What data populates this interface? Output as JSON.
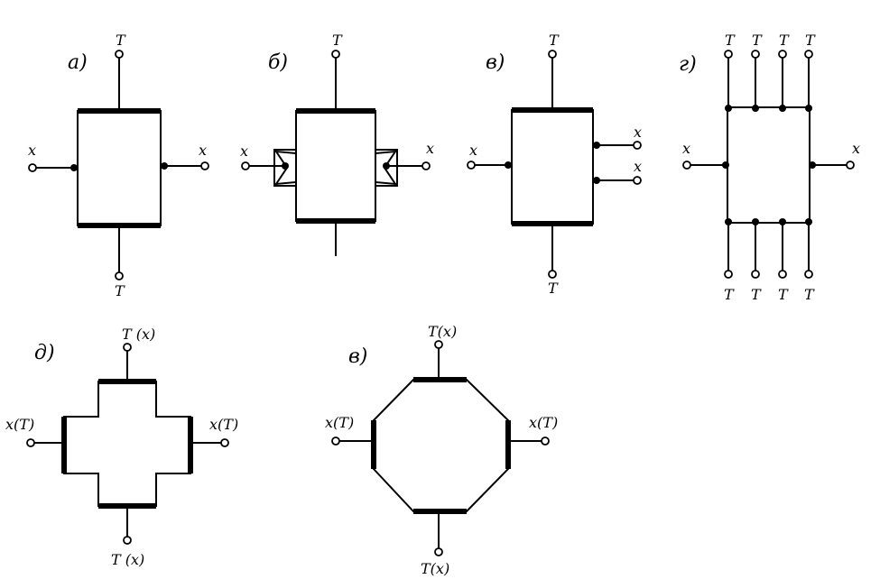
{
  "panels": {
    "a": {
      "caption": "а)",
      "t_top": "T",
      "t_bottom": "T",
      "x_left": "x",
      "x_right": "x"
    },
    "b": {
      "caption": "б)",
      "t_top": "T",
      "x_left": "x",
      "x_right": "x"
    },
    "v": {
      "caption": "в)",
      "t_top": "T",
      "t_bottom": "T",
      "x_left": "x",
      "x_right_1": "x",
      "x_right_2": "x"
    },
    "g": {
      "caption": "г)",
      "t_top": [
        "T",
        "T",
        "T",
        "T"
      ],
      "t_bottom": [
        "T",
        "T",
        "T",
        "T"
      ],
      "x_left": "x",
      "x_right": "x"
    },
    "d": {
      "caption": "д)",
      "t_top": "T (x)",
      "t_bottom": "T (x)",
      "x_left": "x(T)",
      "x_right": "x(T)"
    },
    "e": {
      "caption": "в)",
      "t_top": "T(x)",
      "t_bottom": "T(x)",
      "x_left": "x(T)",
      "x_right": "x(T)"
    }
  }
}
